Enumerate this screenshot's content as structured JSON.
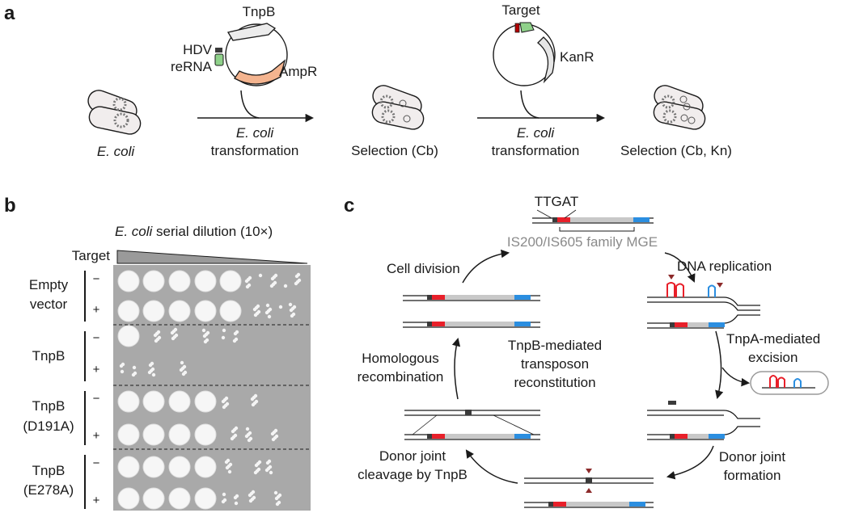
{
  "panels": {
    "a": {
      "label": "a",
      "plasmid1": {
        "gene": "TnpB",
        "hdv": "HDV",
        "rerna": "reRNA",
        "marker": "AmpR"
      },
      "plasmid2": {
        "target": "Target",
        "marker": "KanR"
      },
      "host": "E. coli",
      "step1": {
        "italic": "E. coli",
        "rest": "transformation"
      },
      "select1": "Selection (Cb)",
      "step2": {
        "italic": "E. coli",
        "rest": "transformation"
      },
      "select2": "Selection (Cb, Kn)"
    },
    "b": {
      "label": "b",
      "title_italic": "E. coli",
      "title_rest": "serial dilution (10×)",
      "target_header": "Target",
      "groups": [
        {
          "name_line1": "Empty",
          "name_line2": "vector",
          "rows": [
            {
              "sign": "−"
            },
            {
              "sign": "+"
            }
          ]
        },
        {
          "name_line1": "TnpB",
          "name_line2": "",
          "rows": [
            {
              "sign": "−"
            },
            {
              "sign": "+"
            }
          ]
        },
        {
          "name_line1": "TnpB",
          "name_line2": "(D191A)",
          "rows": [
            {
              "sign": "−"
            },
            {
              "sign": "+"
            }
          ]
        },
        {
          "name_line1": "TnpB",
          "name_line2": "(E278A)",
          "rows": [
            {
              "sign": "−"
            },
            {
              "sign": "+"
            }
          ]
        }
      ]
    },
    "c": {
      "label": "c",
      "motif": "TTGAT",
      "family": "IS200/IS605 family MGE",
      "dna_replication": "DNA replication",
      "cell_division": "Cell division",
      "tnpa_line1": "TnpA-mediated",
      "tnpa_line2": "excision",
      "center_line1": "TnpB-mediated",
      "center_line2": "transposon",
      "center_line3": "reconstitution",
      "homologous_line1": "Homologous",
      "homologous_line2": "recombination",
      "donor_cleavage_line1": "Donor joint",
      "donor_cleavage_line2": "cleavage by TnpB",
      "donor_formation_line1": "Donor joint",
      "donor_formation_line2": "formation"
    }
  },
  "colors": {
    "left_end": "#e8202a",
    "right_end": "#2b8ee0",
    "mge_body": "#c8c8c8",
    "tnpb_arrow": "#ececec",
    "hdv": "#3a3a3a",
    "rerna": "#8fd18a",
    "ampr": "#f4b48f",
    "kanr": "#e6e6e6",
    "cell_fill": "#f1eded",
    "plate_bg": "#a9a9a9",
    "cleavage_mark": "#8c2a2a"
  }
}
